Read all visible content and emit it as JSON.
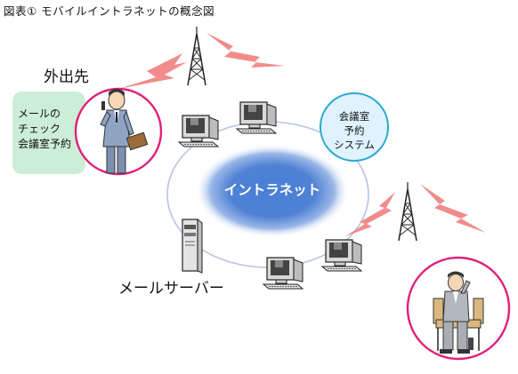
{
  "caption": "図表① モバイルイントラネットの概念図",
  "outside_label": "外出先",
  "speech_bubble": {
    "lines": [
      "メールの",
      "チェック",
      "会議室予約"
    ]
  },
  "meeting_room_system": {
    "lines": [
      "会議室",
      "予約",
      "システム"
    ]
  },
  "intranet_label": "イントラネット",
  "mail_server_label": "メールサーバー",
  "colors": {
    "signal": "#f08080",
    "circle_border": "#e0207a",
    "bubble_fill": "#cdeed6",
    "room_fill": "#dff3ff",
    "room_border": "#2aa8d0",
    "intranet_fill": "#3f72c8",
    "ring": "#b9c4df"
  }
}
